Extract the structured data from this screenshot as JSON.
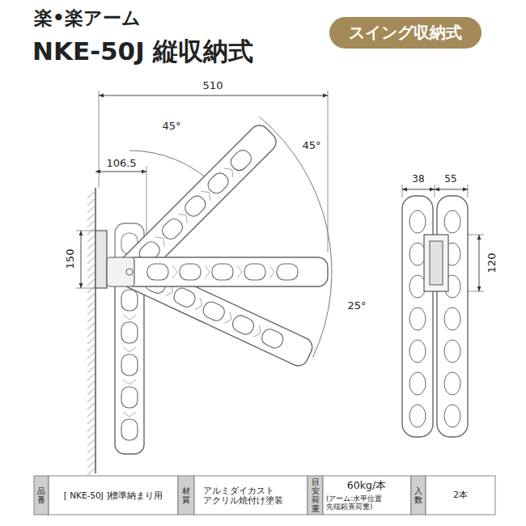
{
  "diagram": {
    "title": "NKE-50J 縦収納式",
    "nodes": [
      {
        "text": [
          "スイング収納式"
        ]
      }
    ],
    "labels": [
      "楽•楽アーム",
      "510",
      "45°",
      "45°",
      "106.5",
      "150",
      "25°",
      "38",
      "55",
      "120",
      "品番",
      "[ NKE-50J ]標準納まり用",
      "材質",
      "アルミダイカスト アクリル焼付け塗装",
      "目安荷重",
      "60kg/本",
      "(アーム:水平位置 先端鉛直荷重)",
      "入数",
      "2本"
    ]
  }
}
